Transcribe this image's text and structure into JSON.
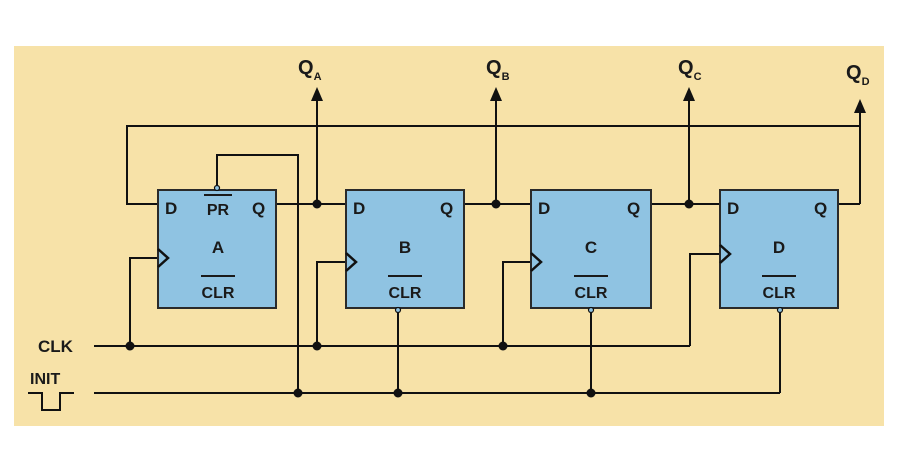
{
  "colors": {
    "panel_background": "#f7e2a8",
    "flipflop_fill": "#8fc3e2",
    "flipflop_border": "#2a2a2a",
    "wire": "#111111"
  },
  "flipflops": [
    {
      "id": "A",
      "label_d": "D",
      "label_q": "Q",
      "label_name": "A",
      "label_pr": "PR",
      "label_clr": "CLR"
    },
    {
      "id": "B",
      "label_d": "D",
      "label_q": "Q",
      "label_name": "B",
      "label_clr": "CLR"
    },
    {
      "id": "C",
      "label_d": "D",
      "label_q": "Q",
      "label_name": "C",
      "label_clr": "CLR"
    },
    {
      "id": "D",
      "label_d": "D",
      "label_q": "Q",
      "label_name": "D",
      "label_clr": "CLR"
    }
  ],
  "outputs": [
    {
      "main": "Q",
      "sub": "A"
    },
    {
      "main": "Q",
      "sub": "B"
    },
    {
      "main": "Q",
      "sub": "C"
    },
    {
      "main": "Q",
      "sub": "D"
    }
  ],
  "inputs": {
    "clk_label": "CLK",
    "init_label": "INIT"
  },
  "icons": [
    "clock-edge-icon",
    "output-arrow-icon",
    "init-pulse-icon"
  ]
}
